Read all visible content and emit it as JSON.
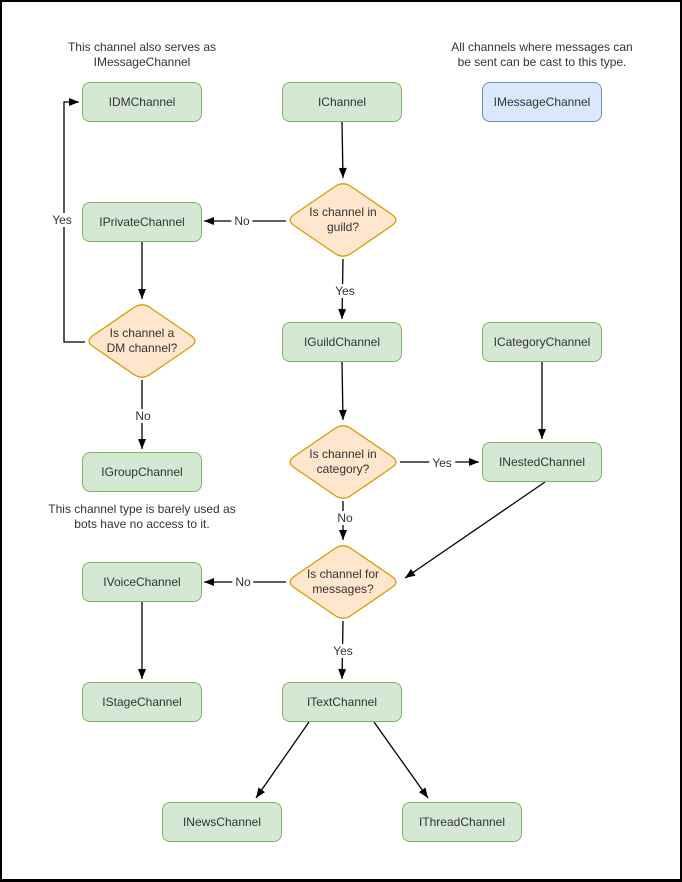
{
  "diagram": {
    "notes": {
      "dm": "This channel also serves as\nIMessageChannel",
      "message": "All channels where messages can\nbe sent can be cast to this type.",
      "group": "This channel type is barely used as\nbots have no access to it."
    },
    "nodes": {
      "idm": {
        "label": "IDMChannel"
      },
      "ichannel": {
        "label": "IChannel"
      },
      "imessage": {
        "label": "IMessageChannel"
      },
      "iprivate": {
        "label": "IPrivateChannel"
      },
      "iguild": {
        "label": "IGuildChannel"
      },
      "icategory": {
        "label": "ICategoryChannel"
      },
      "igroup": {
        "label": "IGroupChannel"
      },
      "inested": {
        "label": "INestedChannel"
      },
      "ivoice": {
        "label": "IVoiceChannel"
      },
      "istage": {
        "label": "IStageChannel"
      },
      "itext": {
        "label": "ITextChannel"
      },
      "inews": {
        "label": "INewsChannel"
      },
      "ithread": {
        "label": "IThreadChannel"
      }
    },
    "decisions": {
      "in_guild": {
        "label": "Is channel in\nguild?"
      },
      "is_dm": {
        "label": "Is channel a\nDM channel?"
      },
      "in_category": {
        "label": "Is channel in\ncategory?"
      },
      "for_messages": {
        "label": "Is channel for\nmessages?"
      }
    },
    "edge_labels": {
      "guild_no": "No",
      "guild_yes": "Yes",
      "dm_yes": "Yes",
      "dm_no": "No",
      "category_yes": "Yes",
      "category_no": "No",
      "messages_no": "No",
      "messages_yes": "Yes"
    }
  },
  "colors": {
    "interface_fill": "#d5e8d4",
    "interface_stroke": "#82b366",
    "decision_fill": "#ffe6cc",
    "decision_stroke": "#d79b00",
    "message_fill": "#dae8fc",
    "message_stroke": "#6c8ebf",
    "edge": "#000000",
    "text": "#333333",
    "background": "#ffffff"
  }
}
